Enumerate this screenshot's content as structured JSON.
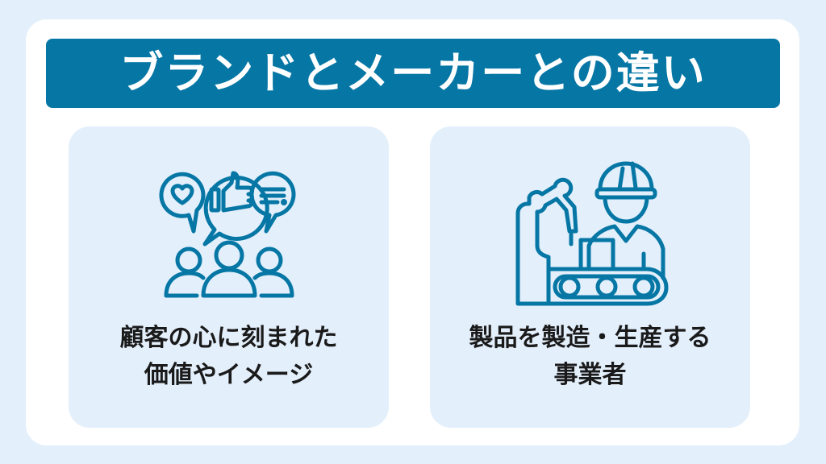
{
  "title": "ブランドとメーカーとの違い",
  "colors": {
    "background": "#e3effb",
    "card": "#ffffff",
    "accent": "#0677a5",
    "panel": "#e3effb",
    "text": "#1a1a1a"
  },
  "panels": [
    {
      "id": "brand",
      "icon": "customer-feedback-icon",
      "caption_lines": [
        "顧客の心に刻まれた",
        "価値やイメージ"
      ]
    },
    {
      "id": "maker",
      "icon": "factory-worker-icon",
      "caption_lines": [
        "製品を製造・生産する",
        "事業者"
      ]
    }
  ]
}
